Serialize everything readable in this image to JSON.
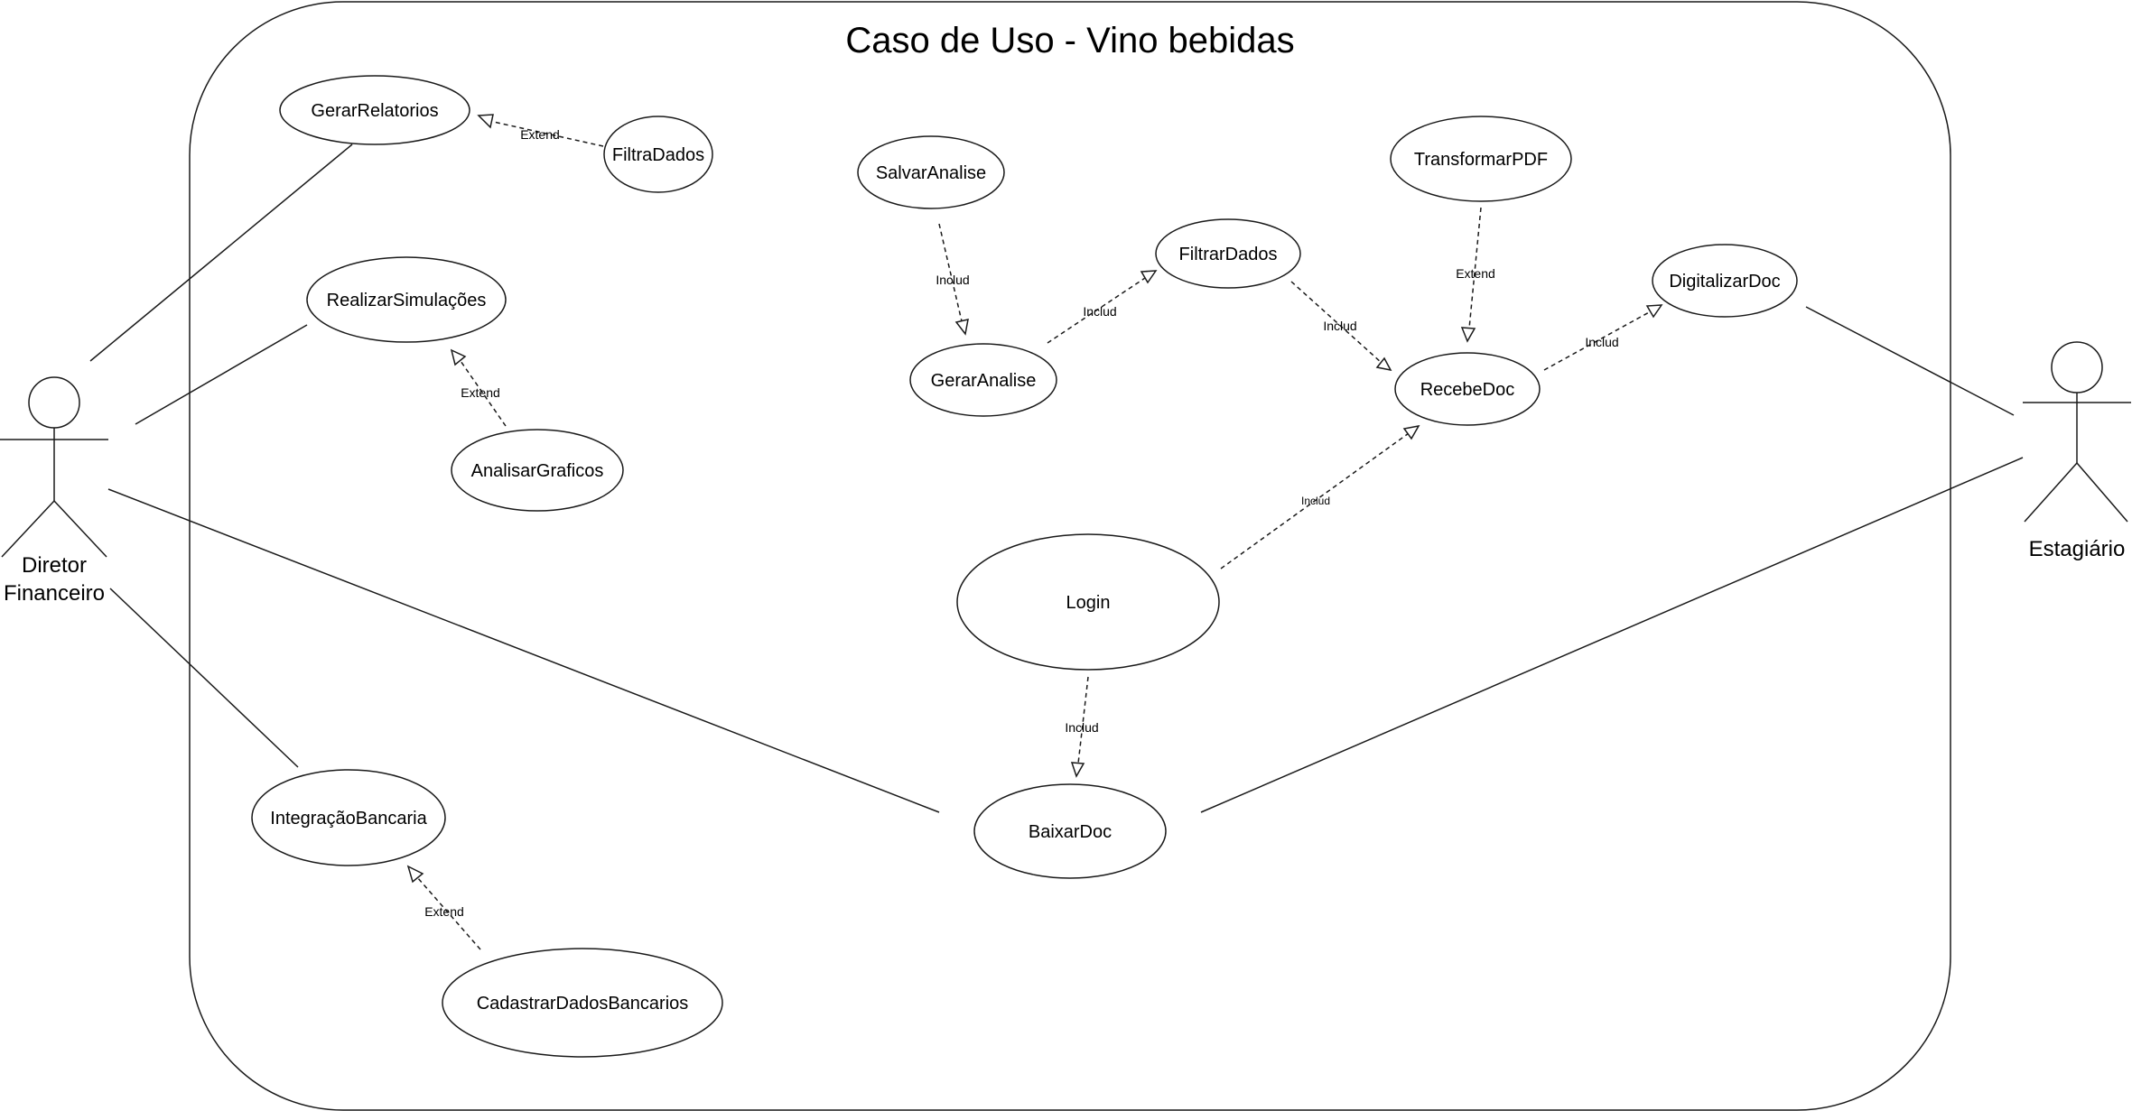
{
  "title": "Caso de Uso - Vino bebidas",
  "actors": {
    "diretor": {
      "lines": [
        "Diretor",
        "Financeiro"
      ]
    },
    "estagiario": {
      "lines": [
        "Estagiário"
      ]
    }
  },
  "use_cases": {
    "gerar_relatorios": "GerarRelatorios",
    "filtra_dados": "FiltraDados",
    "realizar_simulacoes": "RealizarSimulações",
    "analisar_graficos": "AnalisarGraficos",
    "salvar_analise": "SalvarAnalise",
    "gerar_analise": "GerarAnalise",
    "filtrar_dados": "FiltrarDados",
    "transformar_pdf": "TransformarPDF",
    "digitalizar_doc": "DigitalizarDoc",
    "recebe_doc": "RecebeDoc",
    "login": "Login",
    "baixar_doc": "BaixarDoc",
    "integracao_bancaria": "IntegraçãoBancaria",
    "cadastrar_dados_bancarios": "CadastrarDadosBancarios"
  },
  "relations": {
    "filtra_dados_extend": "Extend",
    "analisar_graficos_extend": "Extend",
    "salvar_analise_includ": "Includ",
    "gerar_analise_includ": "Includ",
    "filtrar_dados_includ": "Includ",
    "transformar_pdf_extend": "Extend",
    "recebe_doc_includ": "Includ",
    "login_includ_recebe": "Includ",
    "login_includ_baixar": "Includ",
    "cadastrar_extend": "Extend"
  }
}
